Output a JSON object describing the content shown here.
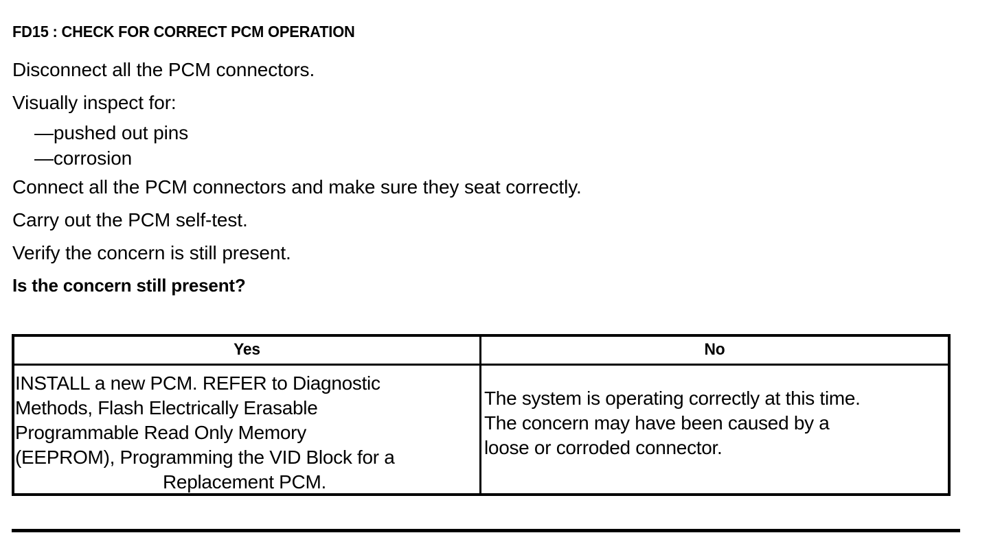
{
  "document": {
    "step_title": "FD15 : CHECK FOR CORRECT PCM OPERATION",
    "instructions": [
      {
        "text": "Disconnect all the PCM connectors.",
        "style": "normal"
      },
      {
        "text": "Visually inspect for:",
        "style": "normal"
      },
      {
        "text": "—pushed out pins",
        "style": "dash"
      },
      {
        "text": "—corrosion",
        "style": "dash"
      },
      {
        "text": "Connect all the PCM connectors and make sure they seat correctly.",
        "style": "normal"
      },
      {
        "text": "Carry out the PCM self-test.",
        "style": "normal"
      },
      {
        "text": "Verify the concern is still present.",
        "style": "normal"
      },
      {
        "text": "Is the concern still present?",
        "style": "bold"
      }
    ],
    "decision_table": {
      "headers": {
        "yes": "Yes",
        "no": "No"
      },
      "yes_cell": {
        "lines": [
          "INSTALL a new PCM. REFER to Diagnostic",
          "Methods,  Flash Electrically Erasable",
          "Programmable Read Only Memory",
          "(EEPROM), Programming the VID Block for a",
          "Replacement PCM."
        ],
        "full_text": "INSTALL a new PCM. REFER to Diagnostic Methods, Flash Electrically Erasable Programmable Read Only Memory (EEPROM), Programming the VID Block for a Replacement PCM."
      },
      "no_cell": {
        "lines": [
          "The system is operating correctly at this time.",
          "The concern may have been caused by a",
          "loose or corroded connector."
        ],
        "full_text": "The system is operating correctly at this time. The concern may have been caused by a loose or corroded connector."
      }
    },
    "colors": {
      "text": "#000000",
      "background": "#ffffff",
      "rule": "#000000"
    }
  }
}
